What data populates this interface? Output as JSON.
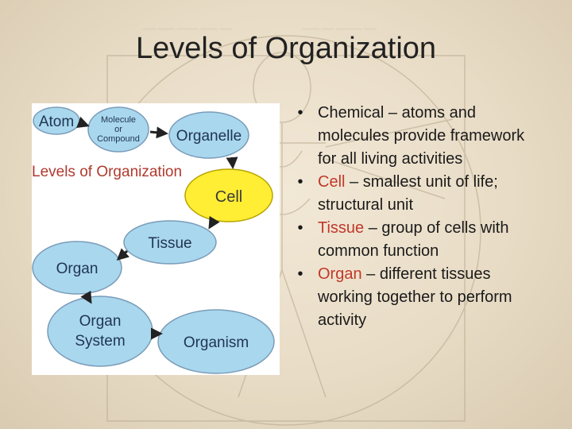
{
  "slide": {
    "title": "Levels of Organization"
  },
  "diagram": {
    "caption": "Levels of Organization",
    "nodes": {
      "atom": "Atom",
      "molecule_line1": "Molecule",
      "molecule_line2": "or",
      "molecule_line3": "Compound",
      "organelle": "Organelle",
      "cell": "Cell",
      "tissue": "Tissue",
      "organ": "Organ",
      "organ_system_line1": "Organ",
      "organ_system_line2": "System",
      "organism": "Organism"
    },
    "colors": {
      "node_fill": "#a9d7ee",
      "cell_fill": "#ffee33",
      "caption": "#b03a2e",
      "arrow": "#222222"
    }
  },
  "bullets": [
    {
      "term": "Chemical",
      "text": " – atoms and molecules provide framework for all living activities",
      "highlight": false
    },
    {
      "term": "Cell",
      "text": " – smallest unit of life; structural unit",
      "highlight": true
    },
    {
      "term": "Tissue",
      "text": " – group of cells with common function",
      "highlight": true
    },
    {
      "term": "Organ",
      "text": " – different tissues working together to perform activity",
      "highlight": true
    }
  ],
  "colors": {
    "highlight": "#c0392b",
    "text": "#1a1a1a"
  }
}
